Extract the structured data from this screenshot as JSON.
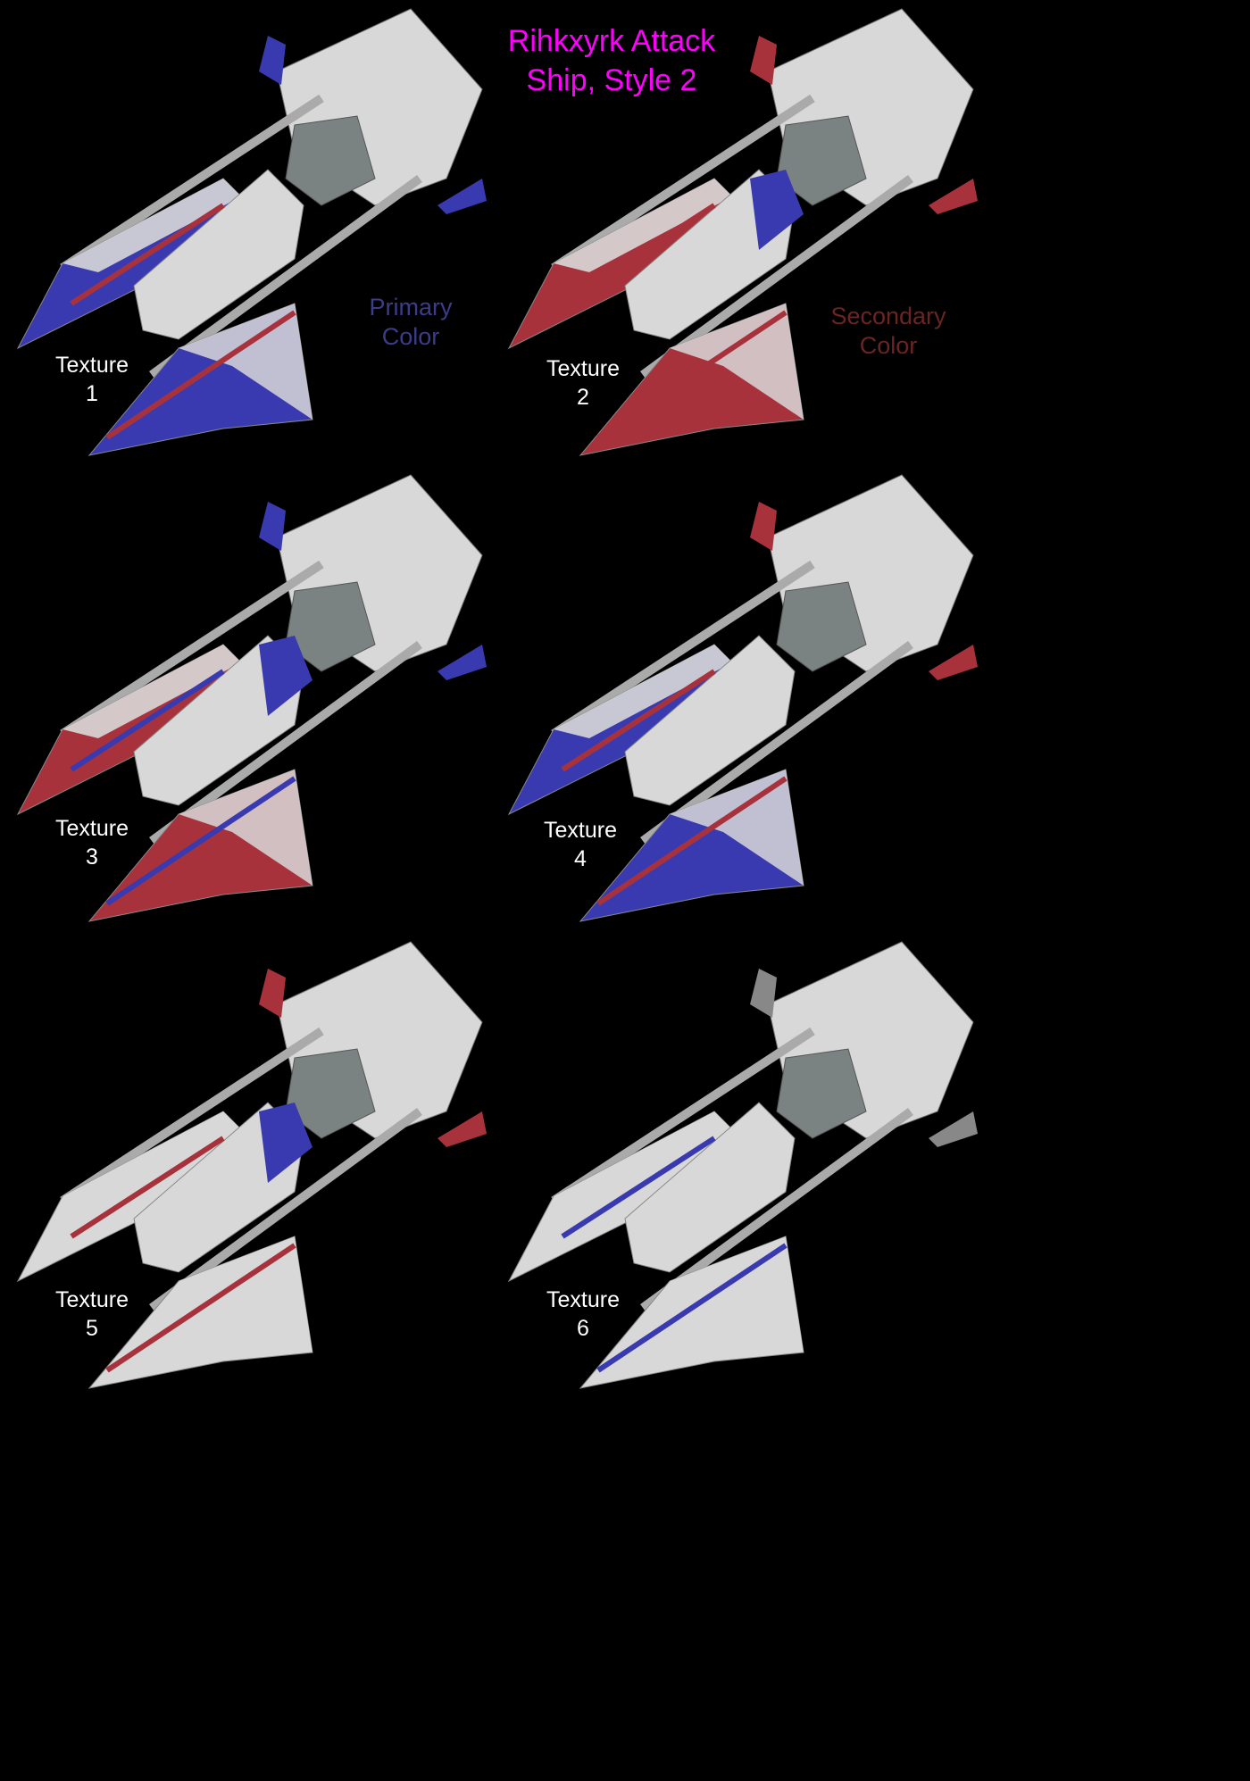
{
  "title": [
    "Rihkxyrk Attack",
    "Ship, Style 2"
  ],
  "legend": {
    "primary": [
      "Primary",
      "Color"
    ],
    "secondary": [
      "Secondary",
      "Color"
    ]
  },
  "colors": {
    "title": "#ff00ff",
    "primary": "#3a3ab0",
    "secondary": "#a8323c",
    "hull": "#d8d8d8",
    "background": "#000000"
  },
  "textures": [
    {
      "label": "Texture",
      "num": "1"
    },
    {
      "label": "Texture",
      "num": "2"
    },
    {
      "label": "Texture",
      "num": "3"
    },
    {
      "label": "Texture",
      "num": "4"
    },
    {
      "label": "Texture",
      "num": "5"
    },
    {
      "label": "Texture",
      "num": "6"
    }
  ]
}
